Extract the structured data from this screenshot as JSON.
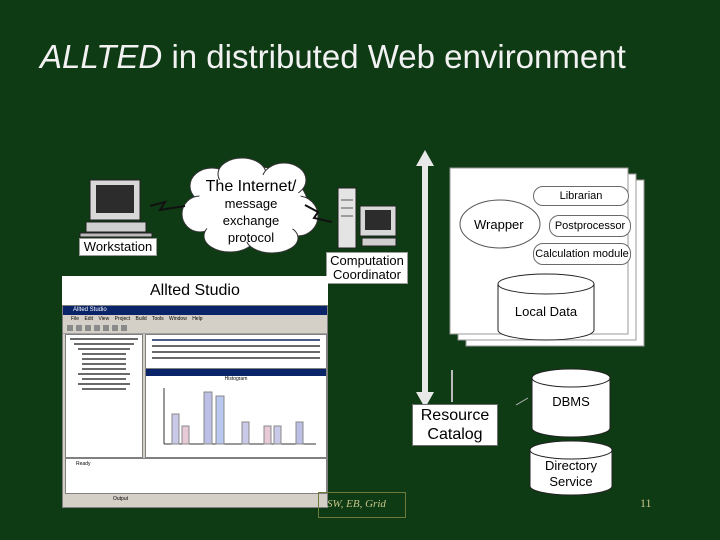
{
  "title": {
    "emph": "ALLTED",
    "rest": " in distributed Web environment"
  },
  "nodes": {
    "workstation": "Workstation",
    "internet_line1": "The Internet/",
    "internet_line2": "message exchange",
    "internet_line3": "protocol",
    "coordinator_line1": "Computation",
    "coordinator_line2": "Coordinator",
    "studio_label": "Allted Studio",
    "wrapper": "Wrapper",
    "librarian": "Librarian",
    "postprocessor": "Postprocessor",
    "calculation_module": "Calculation module",
    "local_data": "Local Data",
    "resource_line1": "Resource",
    "resource_line2": "Catalog",
    "dbms": "DBMS",
    "directory_line1": "Directory",
    "directory_line2": "Service"
  },
  "studio_window": {
    "title": "Allted Studio",
    "menu": "File Edit View Project Build Tools Window Help",
    "chart_title": "Histogram",
    "status": "Ready",
    "output": "Output"
  },
  "footer": {
    "source": "SW, EB, Grid",
    "page": "11"
  },
  "colors": {
    "background": "#0e3a14",
    "title": "#f2f2f2",
    "footer": "#c6c48a"
  }
}
